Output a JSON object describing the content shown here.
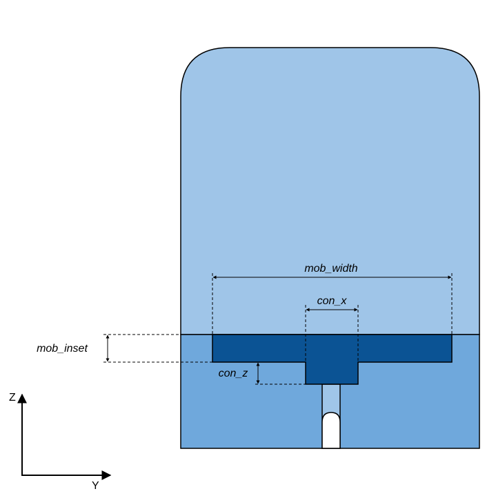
{
  "labels": {
    "mob_width": "mob_width",
    "con_x": "con_x",
    "con_z": "con_z",
    "mob_inset": "mob_inset",
    "axis_z": "Z",
    "axis_y": "Y"
  },
  "colors": {
    "upper_body": "#9fc5e8",
    "lower_body": "#6fa8dc",
    "mob_block": "#0b5394",
    "outline": "#000000",
    "background": "#ffffff"
  }
}
